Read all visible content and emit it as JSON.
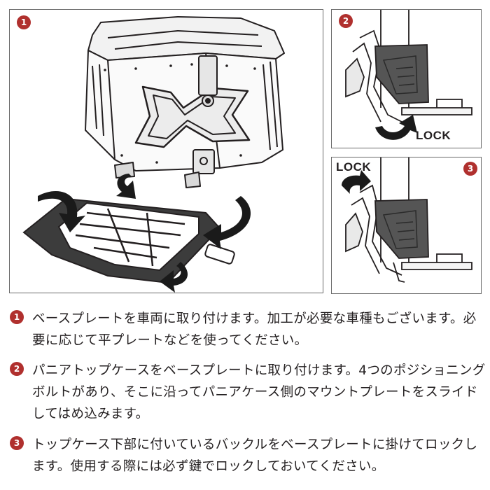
{
  "panels": [
    {
      "number": "1"
    },
    {
      "number": "2",
      "lock_label": "LOCK"
    },
    {
      "number": "3",
      "lock_label": "LOCK"
    }
  ],
  "steps": [
    {
      "number": "1",
      "text": "ベースプレートを車両に取り付けます。加工が必要な車種もございます。必要に応じて平プレートなどを使ってください。"
    },
    {
      "number": "2",
      "text": "パニアトップケースをベースプレートに取り付けます。4つのポジショニングボルトがあり、そこに沿ってパニアケース側のマウントプレートをスライドしてはめ込みます。"
    },
    {
      "number": "3",
      "text": "トップケース下部に付いているバックルをベースプレートに掛けてロックします。使用する際には必ず鍵でロックしておいてください。"
    }
  ],
  "colors": {
    "badge": "#b0302e",
    "ink": "#231f20",
    "frame": "#6b6b6b"
  }
}
